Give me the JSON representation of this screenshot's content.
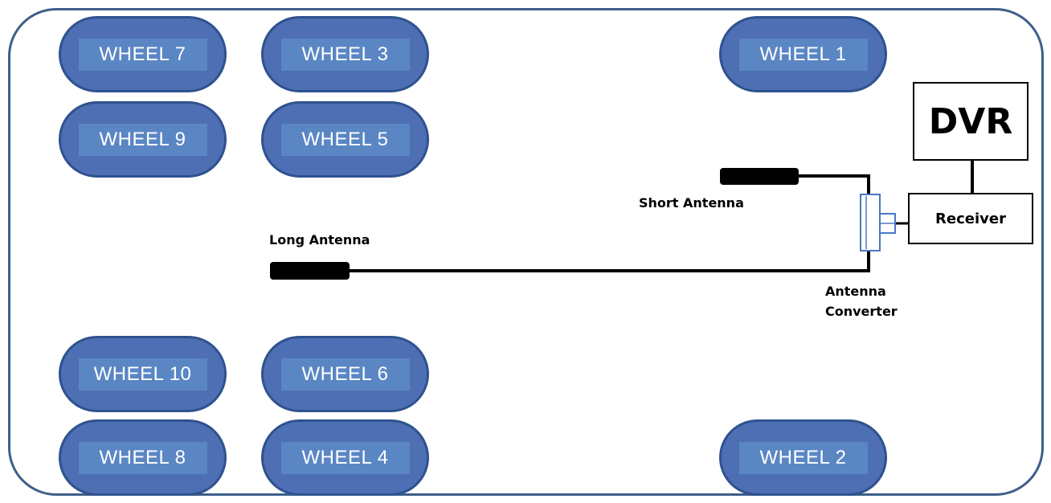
{
  "diagram": {
    "wheels": [
      {
        "id": "w7",
        "label": "WHEEL 7"
      },
      {
        "id": "w3",
        "label": "WHEEL 3"
      },
      {
        "id": "w1",
        "label": "WHEEL 1"
      },
      {
        "id": "w9",
        "label": "WHEEL 9"
      },
      {
        "id": "w5",
        "label": "WHEEL 5"
      },
      {
        "id": "w10",
        "label": "WHEEL 10"
      },
      {
        "id": "w6",
        "label": "WHEEL 6"
      },
      {
        "id": "w8",
        "label": "WHEEL 8"
      },
      {
        "id": "w4",
        "label": "WHEEL 4"
      },
      {
        "id": "w2",
        "label": "WHEEL 2"
      }
    ],
    "dvr_label": "DVR",
    "receiver_label": "Receiver",
    "short_antenna_label": "Short Antenna",
    "long_antenna_label": "Long Antenna",
    "converter_label_line1": "Antenna",
    "converter_label_line2": "Converter",
    "colors": {
      "wheel_fill": "#4e6fb3",
      "wheel_border": "#2f528f",
      "wheel_label_bg": "#5a86c4",
      "outline": "#3e5f8a",
      "converter": "#4a78c2"
    }
  }
}
